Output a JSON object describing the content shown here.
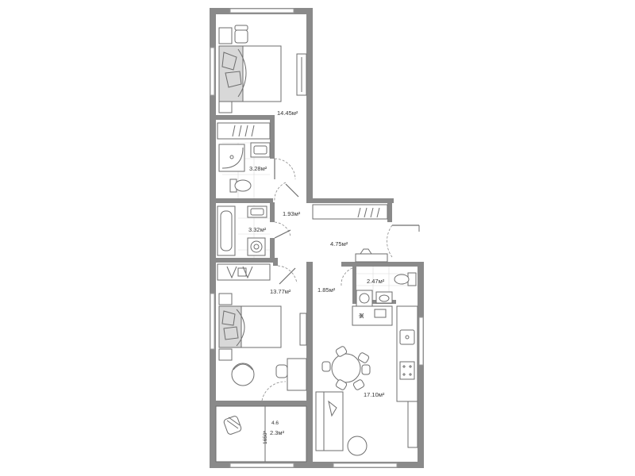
{
  "rooms": {
    "bedroom_1_area": "14.45м²",
    "bathroom_1_area": "3.28м²",
    "corridor_small_area": "1.93м²",
    "bathroom_2_area": "3.32м²",
    "hall_area": "4.75м²",
    "wc_area": "2.47м²",
    "bedroom_2_area": "13.77м²",
    "corridor_2_area": "1.85м²",
    "kitchen_living_area": "17.10м²",
    "balcony_area": "2.3м²",
    "balcony_size": "4.6",
    "balcony_height": "1650*"
  },
  "icons": {
    "bed": "bed-icon",
    "chair": "chair-icon",
    "wardrobe": "wardrobe-icon",
    "toilet": "toilet-icon",
    "sink": "sink-icon",
    "bathtub": "bathtub-icon",
    "shower": "shower-icon",
    "washing_machine": "washing-machine-icon",
    "stove": "stove-icon",
    "dining_table": "dining-table-icon",
    "sofa": "sofa-icon",
    "door": "door-icon",
    "window": "window-icon"
  },
  "colors": {
    "wall": "#8a8a8a",
    "furniture_stroke": "#6e6e6e",
    "furniture_fill": "#d8d8d8",
    "text": "#333333"
  }
}
